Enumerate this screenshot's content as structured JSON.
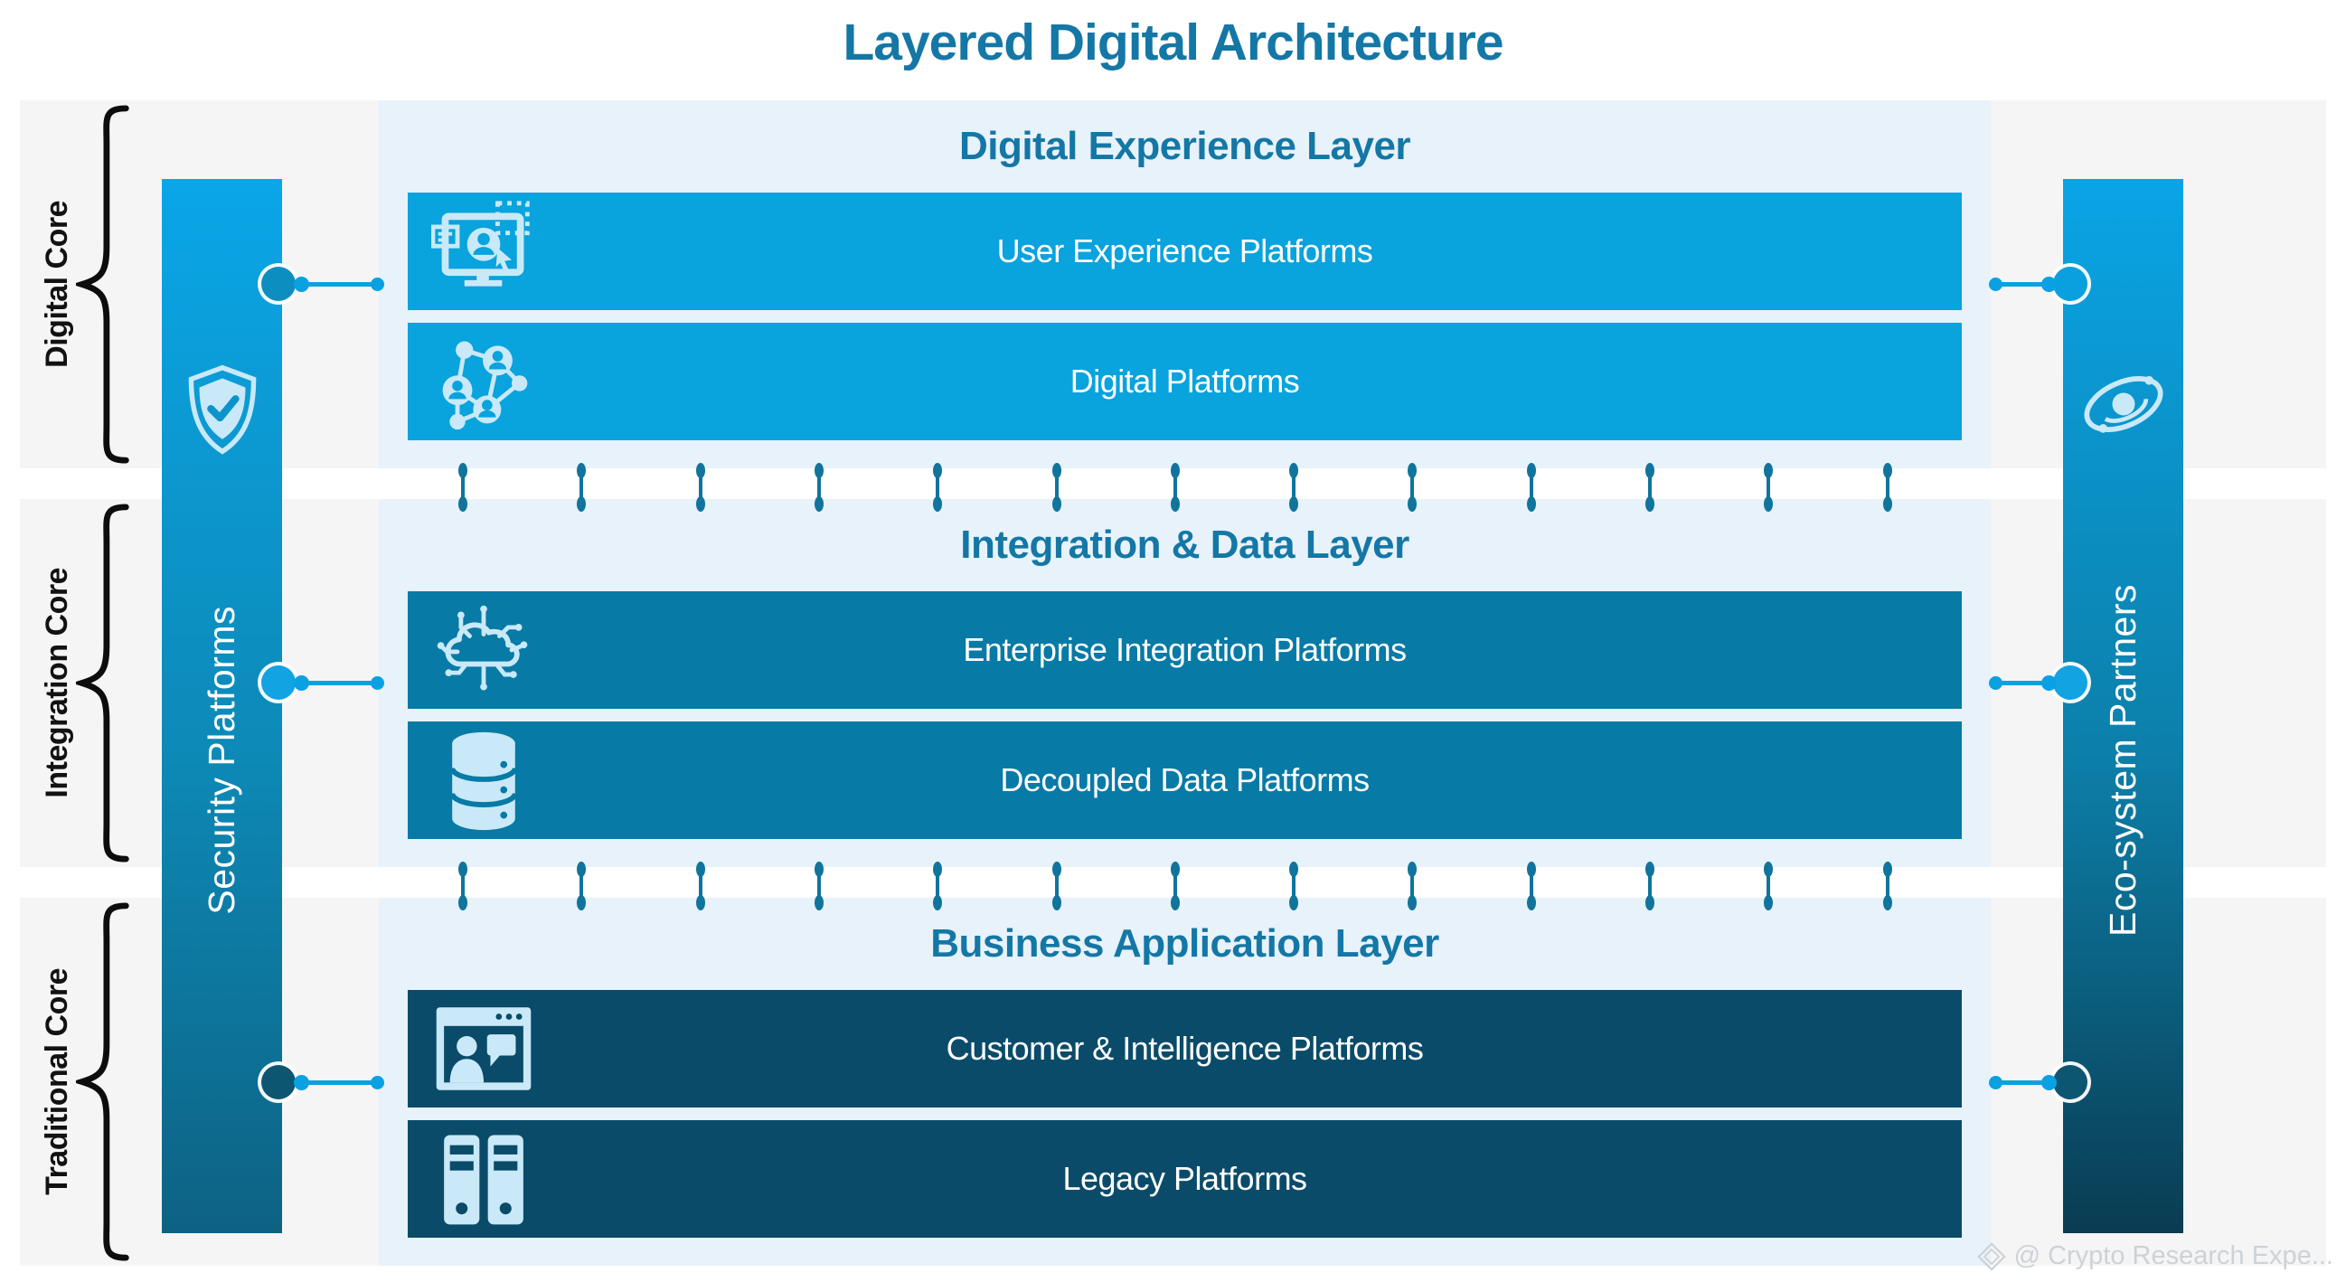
{
  "title": "Layered Digital Architecture",
  "cores": [
    {
      "label": "Digital Core"
    },
    {
      "label": "Integration Core"
    },
    {
      "label": "Traditional Core"
    }
  ],
  "layers": [
    {
      "header": "Digital Experience Layer",
      "rows": [
        {
          "label": "User Experience Platforms",
          "icon": "ux-monitor-icon"
        },
        {
          "label": "Digital Platforms",
          "icon": "network-people-icon"
        }
      ]
    },
    {
      "header": "Integration & Data Layer",
      "rows": [
        {
          "label": "Enterprise Integration Platforms",
          "icon": "cloud-network-icon"
        },
        {
          "label": "Decoupled Data Platforms",
          "icon": "database-icon"
        }
      ]
    },
    {
      "header": "Business Application Layer",
      "rows": [
        {
          "label": "Customer & Intelligence Platforms",
          "icon": "video-call-icon"
        },
        {
          "label": "Legacy Platforms",
          "icon": "server-icon"
        }
      ]
    }
  ],
  "side_bars": {
    "left": {
      "label": "Security Platforms",
      "icon": "shield-check-icon"
    },
    "right": {
      "label": "Eco-system Partners",
      "icon": "galaxy-icon"
    }
  },
  "watermark": {
    "text": "@ Crypto Research Expe..."
  },
  "colors": {
    "layer1_row": "#09A3DD",
    "layer2_row": "#077AA6",
    "layer3_row": "#0A4B69",
    "panel_bg": "#E7F2FA",
    "band_bg": "#F5F5F6",
    "heading_blue": "#1477A6",
    "icon_tint": "#C9E9F8",
    "connector_cyan": "#0AA1E3",
    "pin_teal": "#11749C",
    "bar_gradient_top": "#0AA6E8",
    "bar_left_gradient_bottom": "#0D6283",
    "bar_right_gradient_bottom": "#0A3C52",
    "watermark_gray": "#CDD2D6"
  }
}
